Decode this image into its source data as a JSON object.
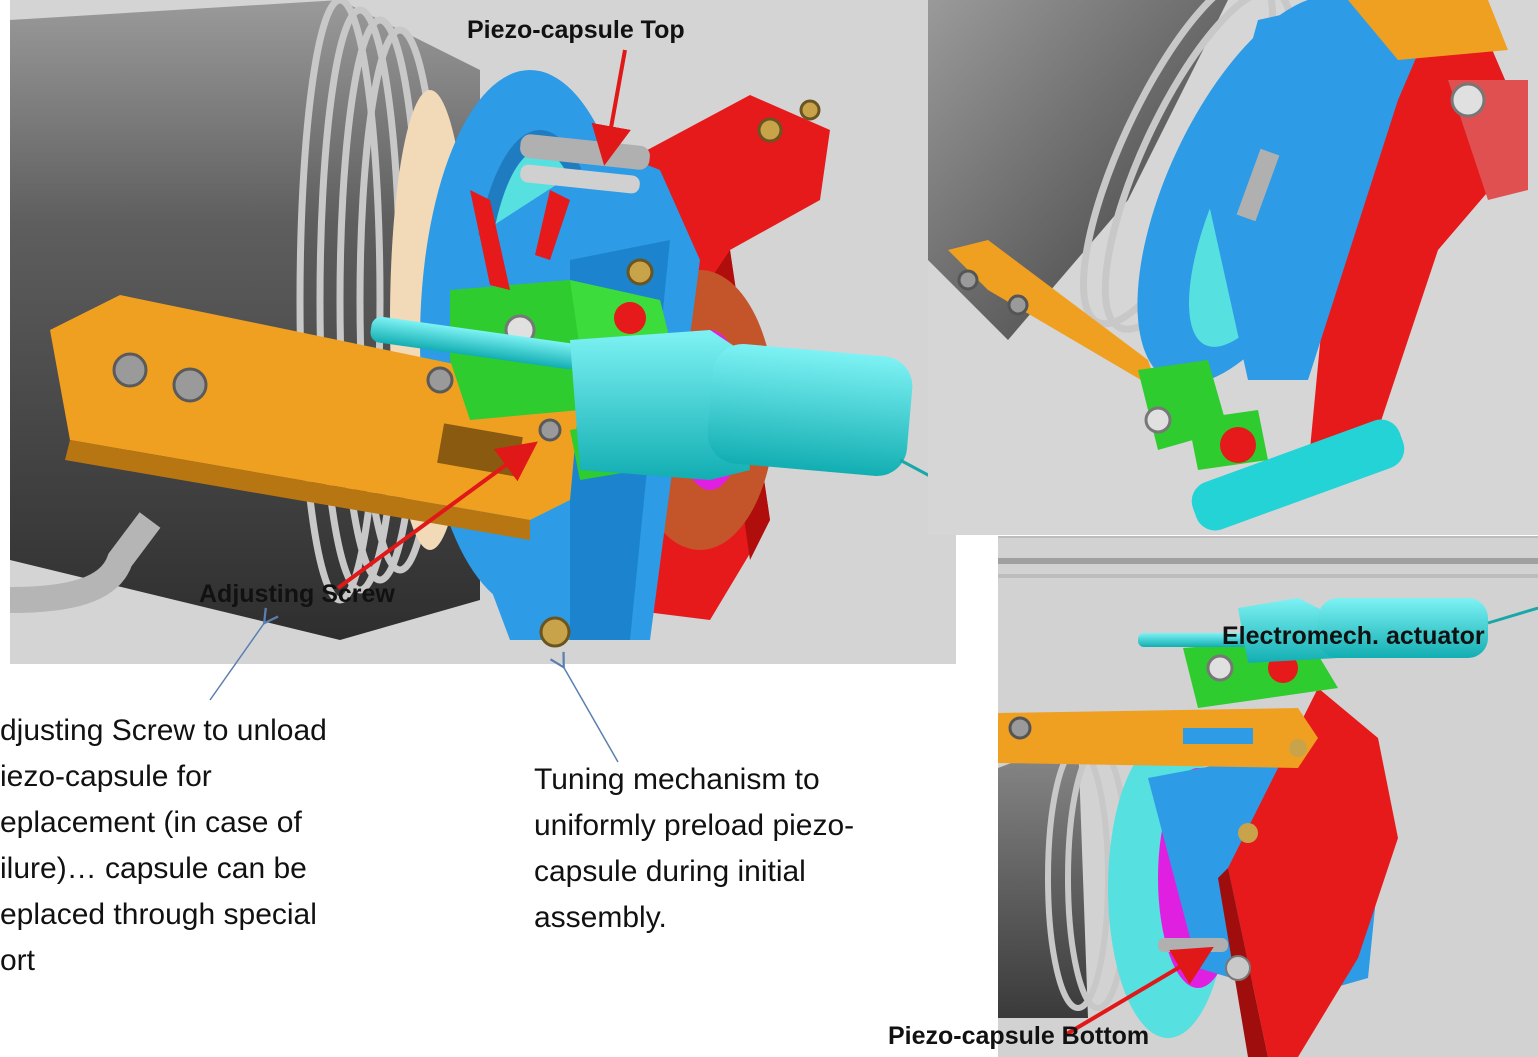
{
  "labels": {
    "top": "Piezo-capsule Top",
    "adjusting": "Adjusting Screw",
    "actuator": "Electromech. actuator",
    "bottom": "Piezo-capsule Bottom"
  },
  "descriptions": {
    "adjusting": "djusting Screw to unload\niezo-capsule for\neplacement (in case of\nilure)… capsule can be\neplaced through special\nort",
    "tuning": "Tuning mechanism to\nuniformly preload piezo-\ncapsule during initial\nassembly."
  },
  "colors": {
    "background": "#ffffff",
    "panel": "#d4d4d4",
    "pointer_red": "#e01818",
    "pointer_blue": "#5b7fb0",
    "blue_frame": "#2d9be6",
    "red_arm": "#e61a1a",
    "orange_lever": "#f0a020",
    "green_block": "#2ecc2e",
    "cyan_actuator": "#24d3d6",
    "magenta_cavity": "#e020e0",
    "gray_cryostat": "#6a6a6a"
  }
}
